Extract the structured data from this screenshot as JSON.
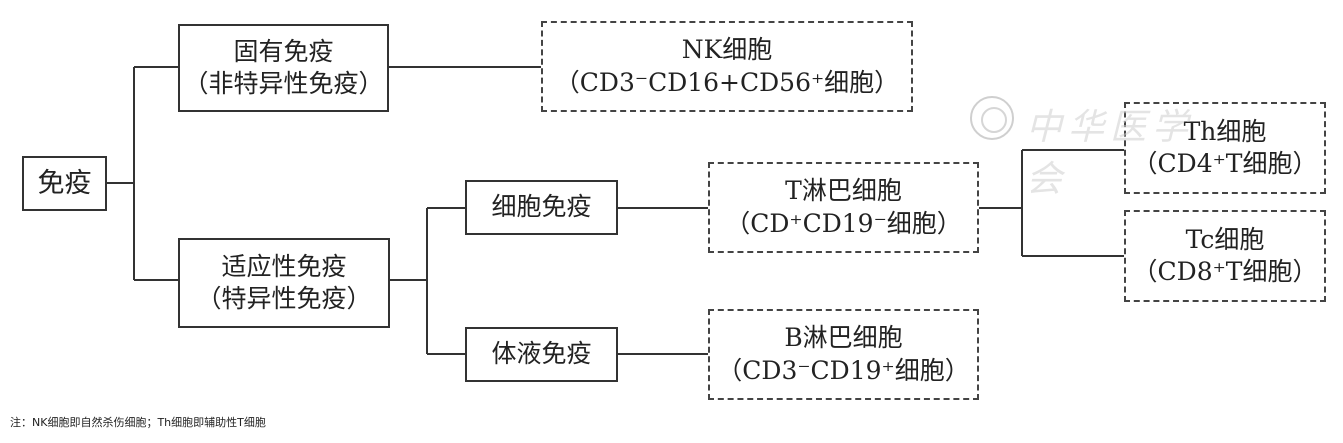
{
  "nodes": {
    "immunity": {
      "line1": "免疫",
      "line2": ""
    },
    "innate": {
      "line1": "固有免疫",
      "line2": "（非特异性免疫）"
    },
    "nk": {
      "line1": "NK细胞",
      "line2": "（CD3⁻CD16+CD56⁺细胞）"
    },
    "adaptive": {
      "line1": "适应性免疫",
      "line2": "（特异性免疫）"
    },
    "cellular": {
      "line1": "细胞免疫",
      "line2": ""
    },
    "humoral": {
      "line1": "体液免疫",
      "line2": ""
    },
    "t_lymph": {
      "line1": "T淋巴细胞",
      "line2": "（CD⁺CD19⁻细胞）"
    },
    "b_lymph": {
      "line1": "B淋巴细胞",
      "line2": "（CD3⁻CD19⁺细胞）"
    },
    "th": {
      "line1": "Th细胞",
      "line2": "（CD4⁺T细胞）"
    },
    "tc": {
      "line1": "Tc细胞",
      "line2": "（CD8⁺T细胞）"
    }
  },
  "note": "注：NK细胞即自然杀伤细胞；Th细胞即辅助性T细胞",
  "watermark": {
    "text": "中华医学会"
  }
}
